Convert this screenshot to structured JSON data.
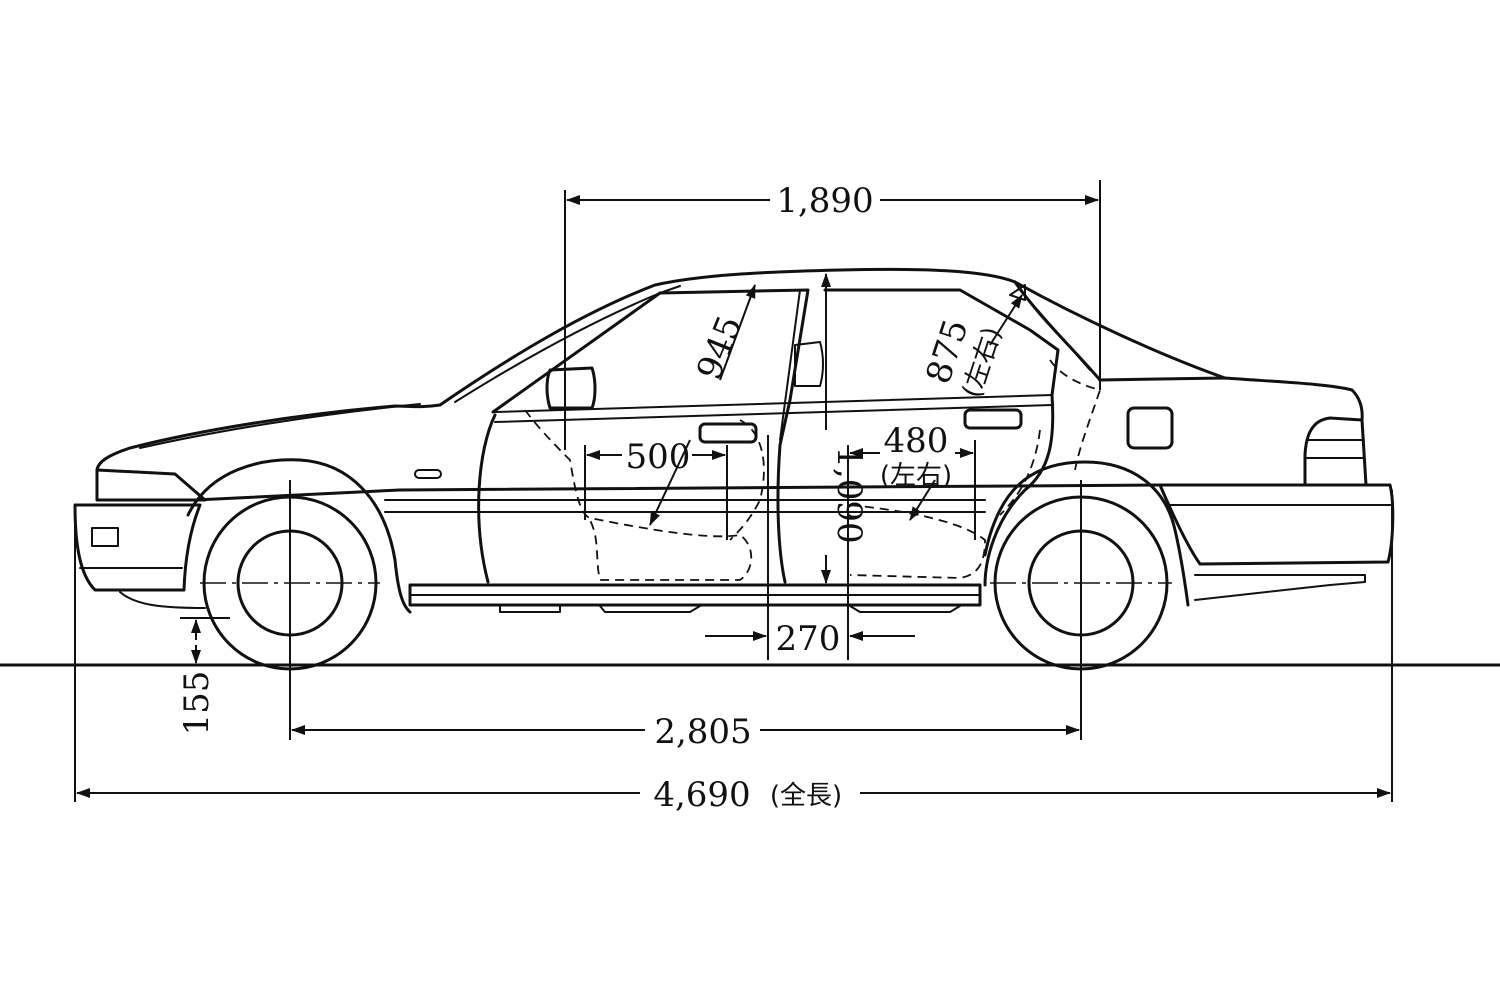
{
  "dimensions": {
    "overall_length": {
      "value": "4,690",
      "note": "(全長)"
    },
    "wheelbase": {
      "value": "2,805"
    },
    "cabin_length": {
      "value": "1,890"
    },
    "ground_clearance": {
      "value": "155"
    },
    "interior_height": {
      "value": "1,090"
    },
    "front_headroom": {
      "value": "945"
    },
    "rear_headroom": {
      "value": "875",
      "note": "(左右)"
    },
    "front_legroom": {
      "value": "500"
    },
    "rear_legroom": {
      "value": "480",
      "note": "(左右)"
    },
    "seat_gap": {
      "value": "270"
    }
  },
  "colors": {
    "ink": "#111111",
    "paper": "#ffffff"
  }
}
